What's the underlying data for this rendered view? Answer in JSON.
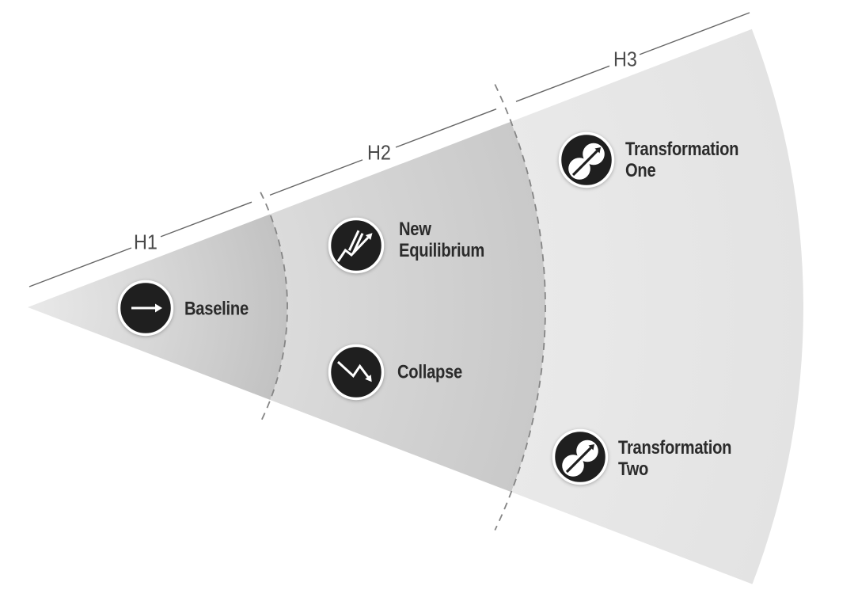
{
  "figure": {
    "horizons": [
      {
        "label": "H1"
      },
      {
        "label": "H2"
      },
      {
        "label": "H3"
      }
    ],
    "scenarios": [
      {
        "name": "Baseline",
        "horizon": "H1",
        "icon": "straight-right-arrow"
      },
      {
        "name": "New\nEquilibrium",
        "horizon": "H2",
        "icon": "zigzag-rising-arrow-with-break-slashes"
      },
      {
        "name": "Collapse",
        "horizon": "H2",
        "icon": "zigzag-declining-arrow"
      },
      {
        "name": "Transformation\nOne",
        "horizon": "H3",
        "icon": "overlapping-circles-with-arrow"
      },
      {
        "name": "Transformation\nTwo",
        "horizon": "H3",
        "icon": "overlapping-circles-with-arrow"
      }
    ],
    "colors": {
      "background": "#ffffff",
      "h1_gradient_start": "#e9e9e9",
      "h1_gradient_end": "#c2c2c2",
      "h2_gradient_start": "#dbdbdb",
      "h2_gradient_end": "#c9c9c9",
      "h3_gradient_start": "#e9e9e9",
      "h3_gradient_end": "#e3e3e3",
      "boundary_dash": "#858585",
      "ruler_line": "#666666",
      "horizon_text": "#4a4a4a",
      "scenario_text": "#2b2b2b",
      "node_fill": "#1f1f1f",
      "node_ring": "#ffffff",
      "icon_stroke": "#ffffff"
    }
  }
}
